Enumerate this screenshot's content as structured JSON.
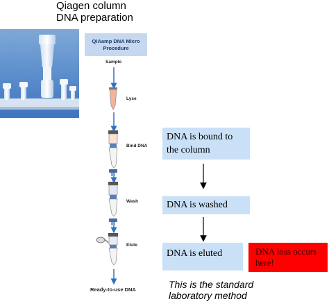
{
  "title": {
    "line1": "Qiagen column",
    "line2": "DNA preparation"
  },
  "procedure": {
    "header_line1": "QIAamp DNA Micro",
    "header_line2": "Procedure",
    "start_label": "Sample",
    "steps": [
      {
        "label": "Lyse"
      },
      {
        "label": "Bind DNA"
      },
      {
        "label": "Wash"
      },
      {
        "label": "Elute"
      }
    ],
    "end_label": "Ready-to-use DNA"
  },
  "boxes": {
    "bound_line1": "DNA is bound to",
    "bound_line2": "the column",
    "washed": "DNA is washed",
    "eluted": "DNA is eluted",
    "loss_line1": "DNA loss occurs",
    "loss_line2": "here!"
  },
  "note": {
    "line1": "This is the standard",
    "line2": "laboratory method"
  },
  "colors": {
    "box_fill": "#c9e0f7",
    "warning_fill": "#ff0000",
    "arrow_blue": "#2f6fc4"
  }
}
